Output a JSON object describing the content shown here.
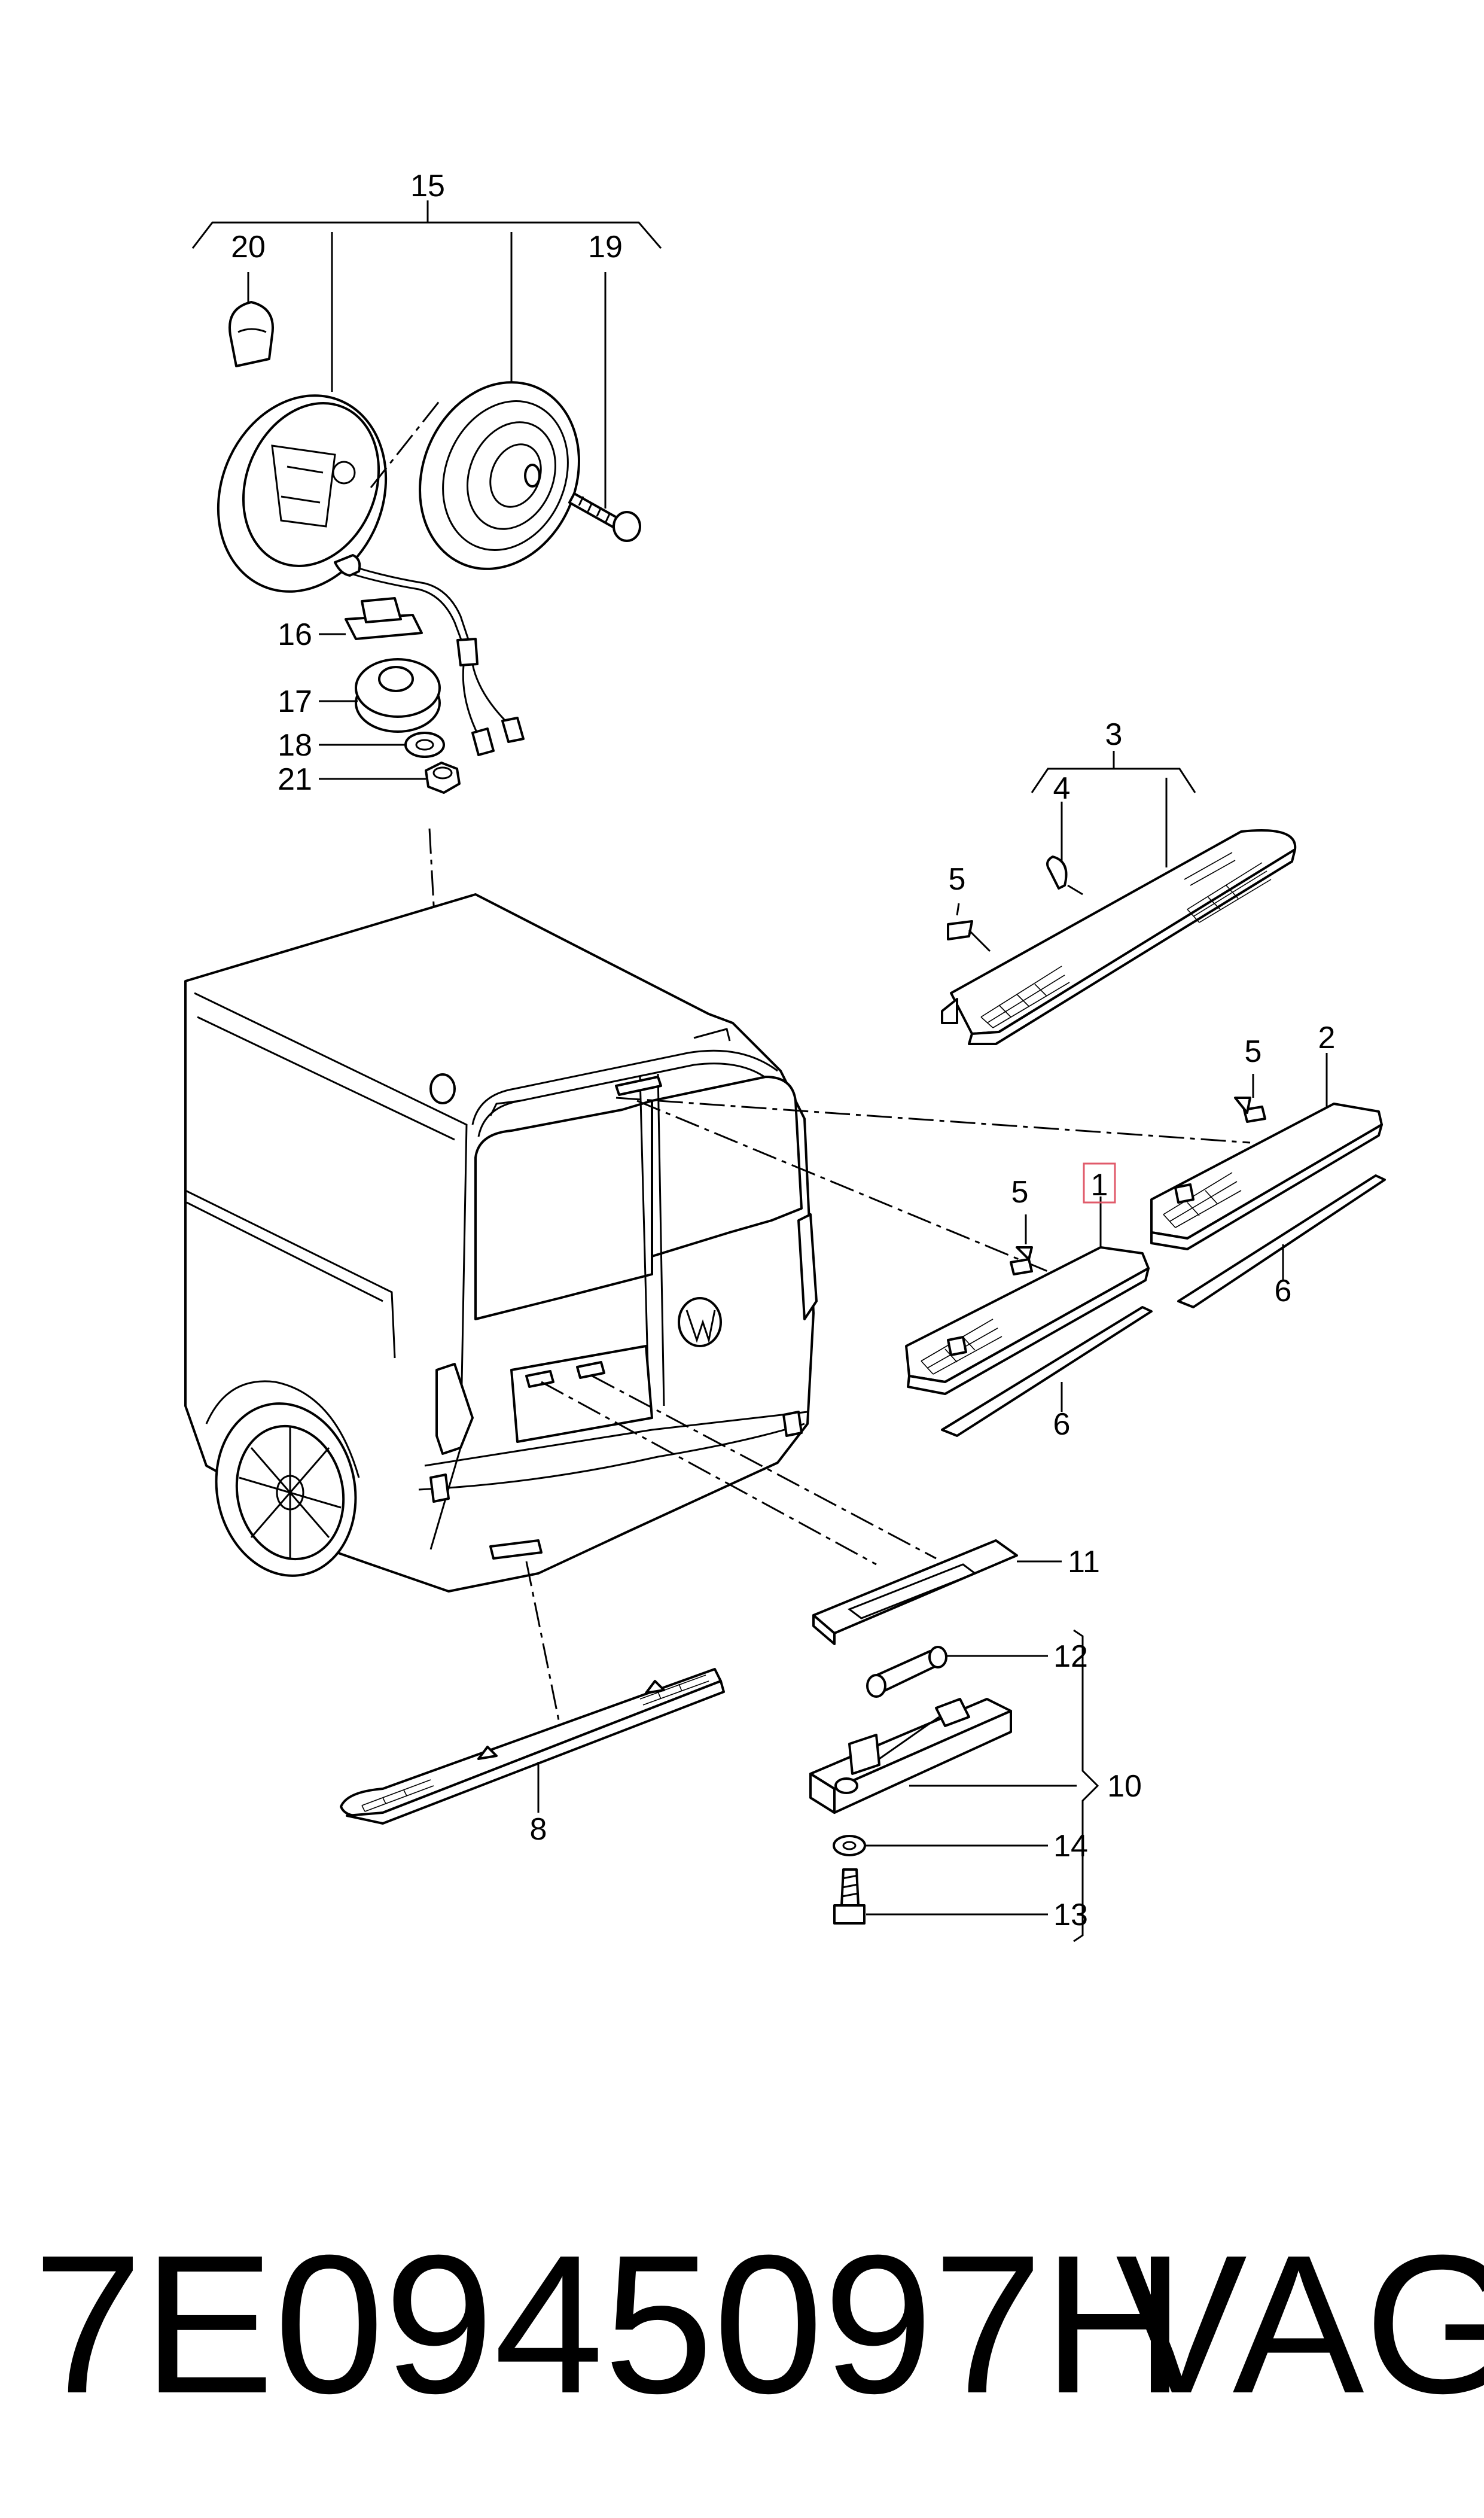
{
  "diagram": {
    "callouts": [
      {
        "id": "c15",
        "label": "15"
      },
      {
        "id": "c20",
        "label": "20"
      },
      {
        "id": "c19",
        "label": "19"
      },
      {
        "id": "c16",
        "label": "16"
      },
      {
        "id": "c17",
        "label": "17"
      },
      {
        "id": "c18",
        "label": "18"
      },
      {
        "id": "c21",
        "label": "21"
      },
      {
        "id": "c3",
        "label": "3"
      },
      {
        "id": "c4",
        "label": "4"
      },
      {
        "id": "c5a",
        "label": "5"
      },
      {
        "id": "c5b",
        "label": "5"
      },
      {
        "id": "c2",
        "label": "2"
      },
      {
        "id": "c5c",
        "label": "5"
      },
      {
        "id": "c1",
        "label": "1"
      },
      {
        "id": "c6a",
        "label": "6"
      },
      {
        "id": "c6b",
        "label": "6"
      },
      {
        "id": "c11",
        "label": "11"
      },
      {
        "id": "c12",
        "label": "12"
      },
      {
        "id": "c10",
        "label": "10"
      },
      {
        "id": "c14",
        "label": "14"
      },
      {
        "id": "c13",
        "label": "13"
      },
      {
        "id": "c8",
        "label": "8"
      }
    ],
    "highlight_color": "#e05a6a"
  },
  "footer": {
    "part_number": "7E0945097H",
    "brand": "VAG"
  }
}
